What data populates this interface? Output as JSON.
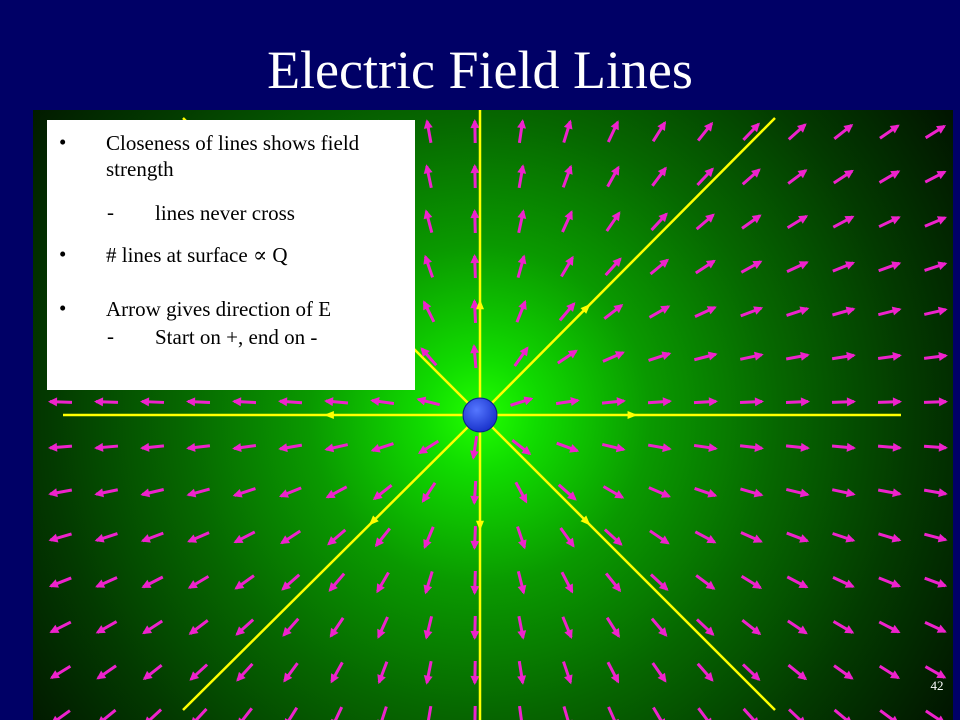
{
  "slide": {
    "title": "Electric Field Lines",
    "number": "42"
  },
  "bullets": [
    {
      "marker": "•",
      "text": "Closeness of lines shows field strength"
    },
    {
      "marker": "-",
      "text": "lines never cross"
    },
    {
      "marker": "•",
      "text": "# lines at surface ∝ Q"
    },
    {
      "marker": "•",
      "text": "Arrow gives direction of E"
    },
    {
      "marker": "-",
      "text": "Start on +, end on -"
    }
  ],
  "colors": {
    "background": "#000066",
    "field_line": "#ffff00",
    "vector_arrow": "#ee22cc",
    "charge": "#1a33cc"
  }
}
